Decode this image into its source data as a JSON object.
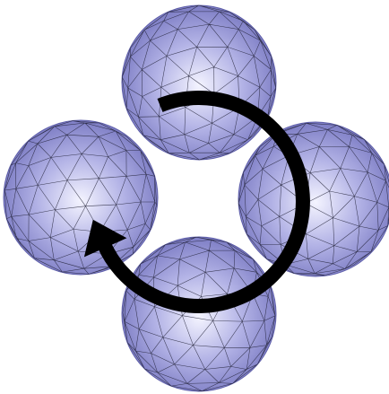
{
  "diagram": {
    "spheres": [
      {
        "name": "sphere-top"
      },
      {
        "name": "sphere-left"
      },
      {
        "name": "sphere-right"
      },
      {
        "name": "sphere-bottom"
      }
    ],
    "arrow": {
      "direction": "clockwise"
    },
    "colors": {
      "background": "#ffffff",
      "sphere_highlight": "#f4f4ff",
      "sphere_mid": "#b3b3e6",
      "sphere_shadow": "#7c7cc4",
      "sphere_edge": "#5d5da8",
      "mesh": "#1b1b30",
      "arrow": "#000000"
    }
  }
}
